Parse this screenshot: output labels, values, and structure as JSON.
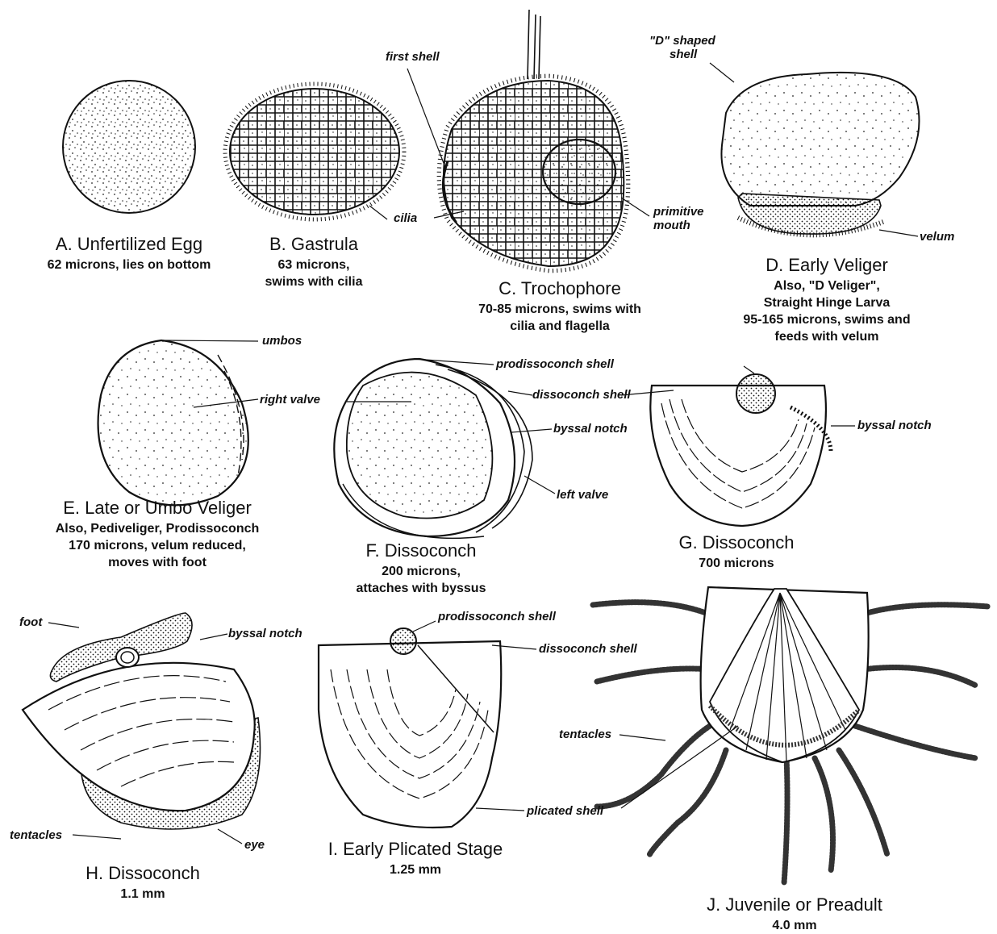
{
  "stages": {
    "a": {
      "title": "A. Unfertilized Egg",
      "desc": [
        "62 microns, lies on bottom"
      ]
    },
    "b": {
      "title": "B. Gastrula",
      "desc": [
        "63 microns,",
        "swims with cilia"
      ]
    },
    "c": {
      "title": "C. Trochophore",
      "desc": [
        "70-85 microns, swims with",
        "cilia and flagella"
      ]
    },
    "d": {
      "title": "D. Early Veliger",
      "desc": [
        "Also, \"D Veliger\",",
        "Straight Hinge Larva",
        "95-165 microns, swims and",
        "feeds with velum"
      ]
    },
    "e": {
      "title": "E. Late or Umbo Veliger",
      "desc": [
        "Also, Pediveliger, Prodissoconch",
        "170 microns, velum reduced,",
        "moves with foot"
      ]
    },
    "f": {
      "title": "F. Dissoconch",
      "desc": [
        "200 microns,",
        "attaches with byssus"
      ]
    },
    "g": {
      "title": "G. Dissoconch",
      "desc": [
        "700 microns"
      ]
    },
    "h": {
      "title": "H. Dissoconch",
      "desc": [
        "1.1 mm"
      ]
    },
    "i": {
      "title": "I. Early Plicated Stage",
      "desc": [
        "1.25 mm"
      ]
    },
    "j": {
      "title": "J. Juvenile or Preadult",
      "desc": [
        "4.0 mm"
      ]
    }
  },
  "labels": {
    "first_shell": "first shell",
    "cilia": "cilia",
    "primitive_mouth": [
      "primitive",
      "mouth"
    ],
    "d_shaped_shell": [
      "\"D\" shaped",
      "shell"
    ],
    "velum": "velum",
    "umbos": "umbos",
    "right_valve": "right valve",
    "prodissoconch_shell_f": "prodissoconch shell",
    "dissoconch_shell_f": "dissoconch shell",
    "byssal_notch_f": "byssal notch",
    "left_valve": "left valve",
    "byssal_notch_g": "byssal notch",
    "foot": "foot",
    "byssal_notch_h": "byssal notch",
    "tentacles_h": "tentacles",
    "eye": "eye",
    "prodissoconch_shell_i": "prodissoconch shell",
    "dissoconch_shell_i": "dissoconch shell",
    "plicated_shell": "plicated shell",
    "tentacles_j": "tentacles"
  }
}
